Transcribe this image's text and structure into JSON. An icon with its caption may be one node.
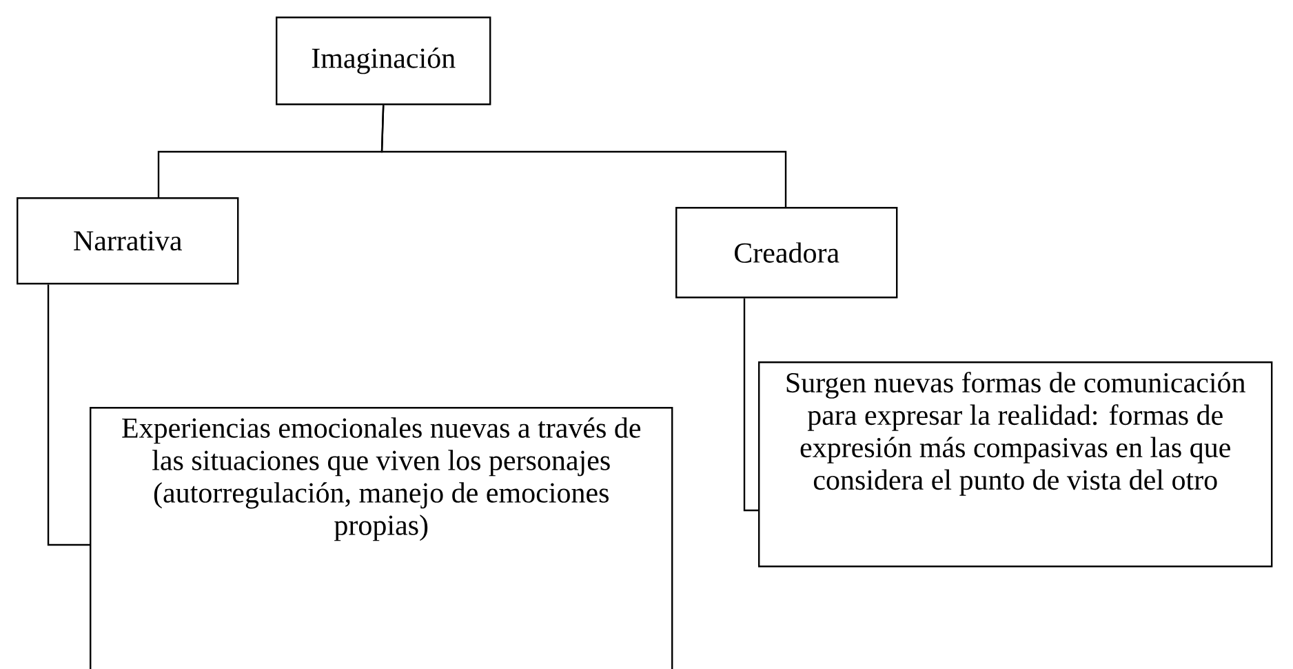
{
  "diagram": {
    "nodes": [
      {
        "text": [
          "Imaginación"
        ]
      },
      {
        "text": [
          "Narrativa"
        ]
      },
      {
        "text": [
          "Creadora"
        ]
      },
      {
        "text": [
          "Experiencias emocionales nuevas a través de las situaciones que viven los personajes (autorregulación, manejo de emociones propias)"
        ]
      },
      {
        "text": [
          "Surgen nuevas formas de comunicación para expresar la realidad: formas de expresión más compasivas en las que considera el punto de vista del otro"
        ]
      }
    ],
    "edges": [
      {
        "from": 0,
        "to": 1,
        "arrow": "none"
      },
      {
        "from": 0,
        "to": 2,
        "arrow": "none"
      },
      {
        "from": 1,
        "to": 3,
        "arrow": "none"
      },
      {
        "from": 2,
        "to": 4,
        "arrow": "none"
      }
    ]
  }
}
